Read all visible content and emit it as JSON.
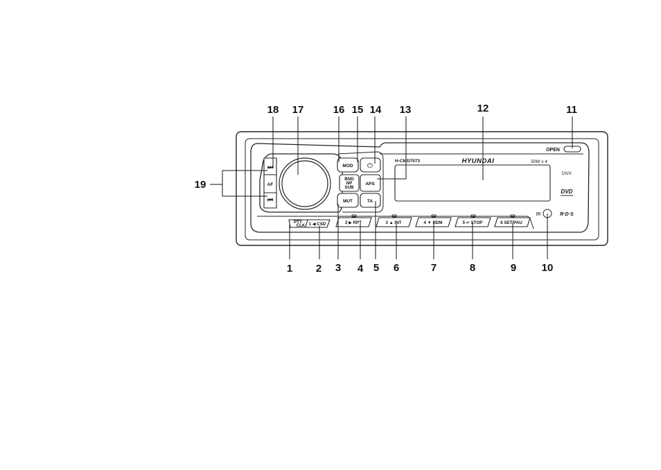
{
  "callouts_top": [
    "18",
    "17",
    "16",
    "15",
    "14",
    "13",
    "12",
    "11"
  ],
  "callouts_bottom": [
    "1",
    "2",
    "3",
    "4",
    "5",
    "6",
    "7",
    "8",
    "9",
    "10"
  ],
  "callout_left": "19",
  "device": {
    "model": "H-CMD7073",
    "brand": "HYUNDAI",
    "power": "50W x 4",
    "open_label": "OPEN",
    "ir_label": "IR",
    "divx_logo": "DIVX",
    "dvd_logo": "DVD",
    "rds_logo": "R·D·S"
  },
  "buttons": {
    "next": "⏭",
    "af": "AF",
    "prev": "⏮",
    "mod": "MOD",
    "power": "⏻",
    "bnd": [
      "BND",
      "NP",
      "SUB"
    ],
    "aps": "APS",
    "mut": "MUT",
    "ta": "TA",
    "pty": "PTY",
    "clk": "CLK",
    "p1": "1 ◀ CSD",
    "p2": "2 ▶ RPT",
    "p3": "3 ▲ INT",
    "p4": "4 ▼ RDM",
    "p5": "5 ↵ STOP",
    "p6": "6 SET/PAU"
  }
}
